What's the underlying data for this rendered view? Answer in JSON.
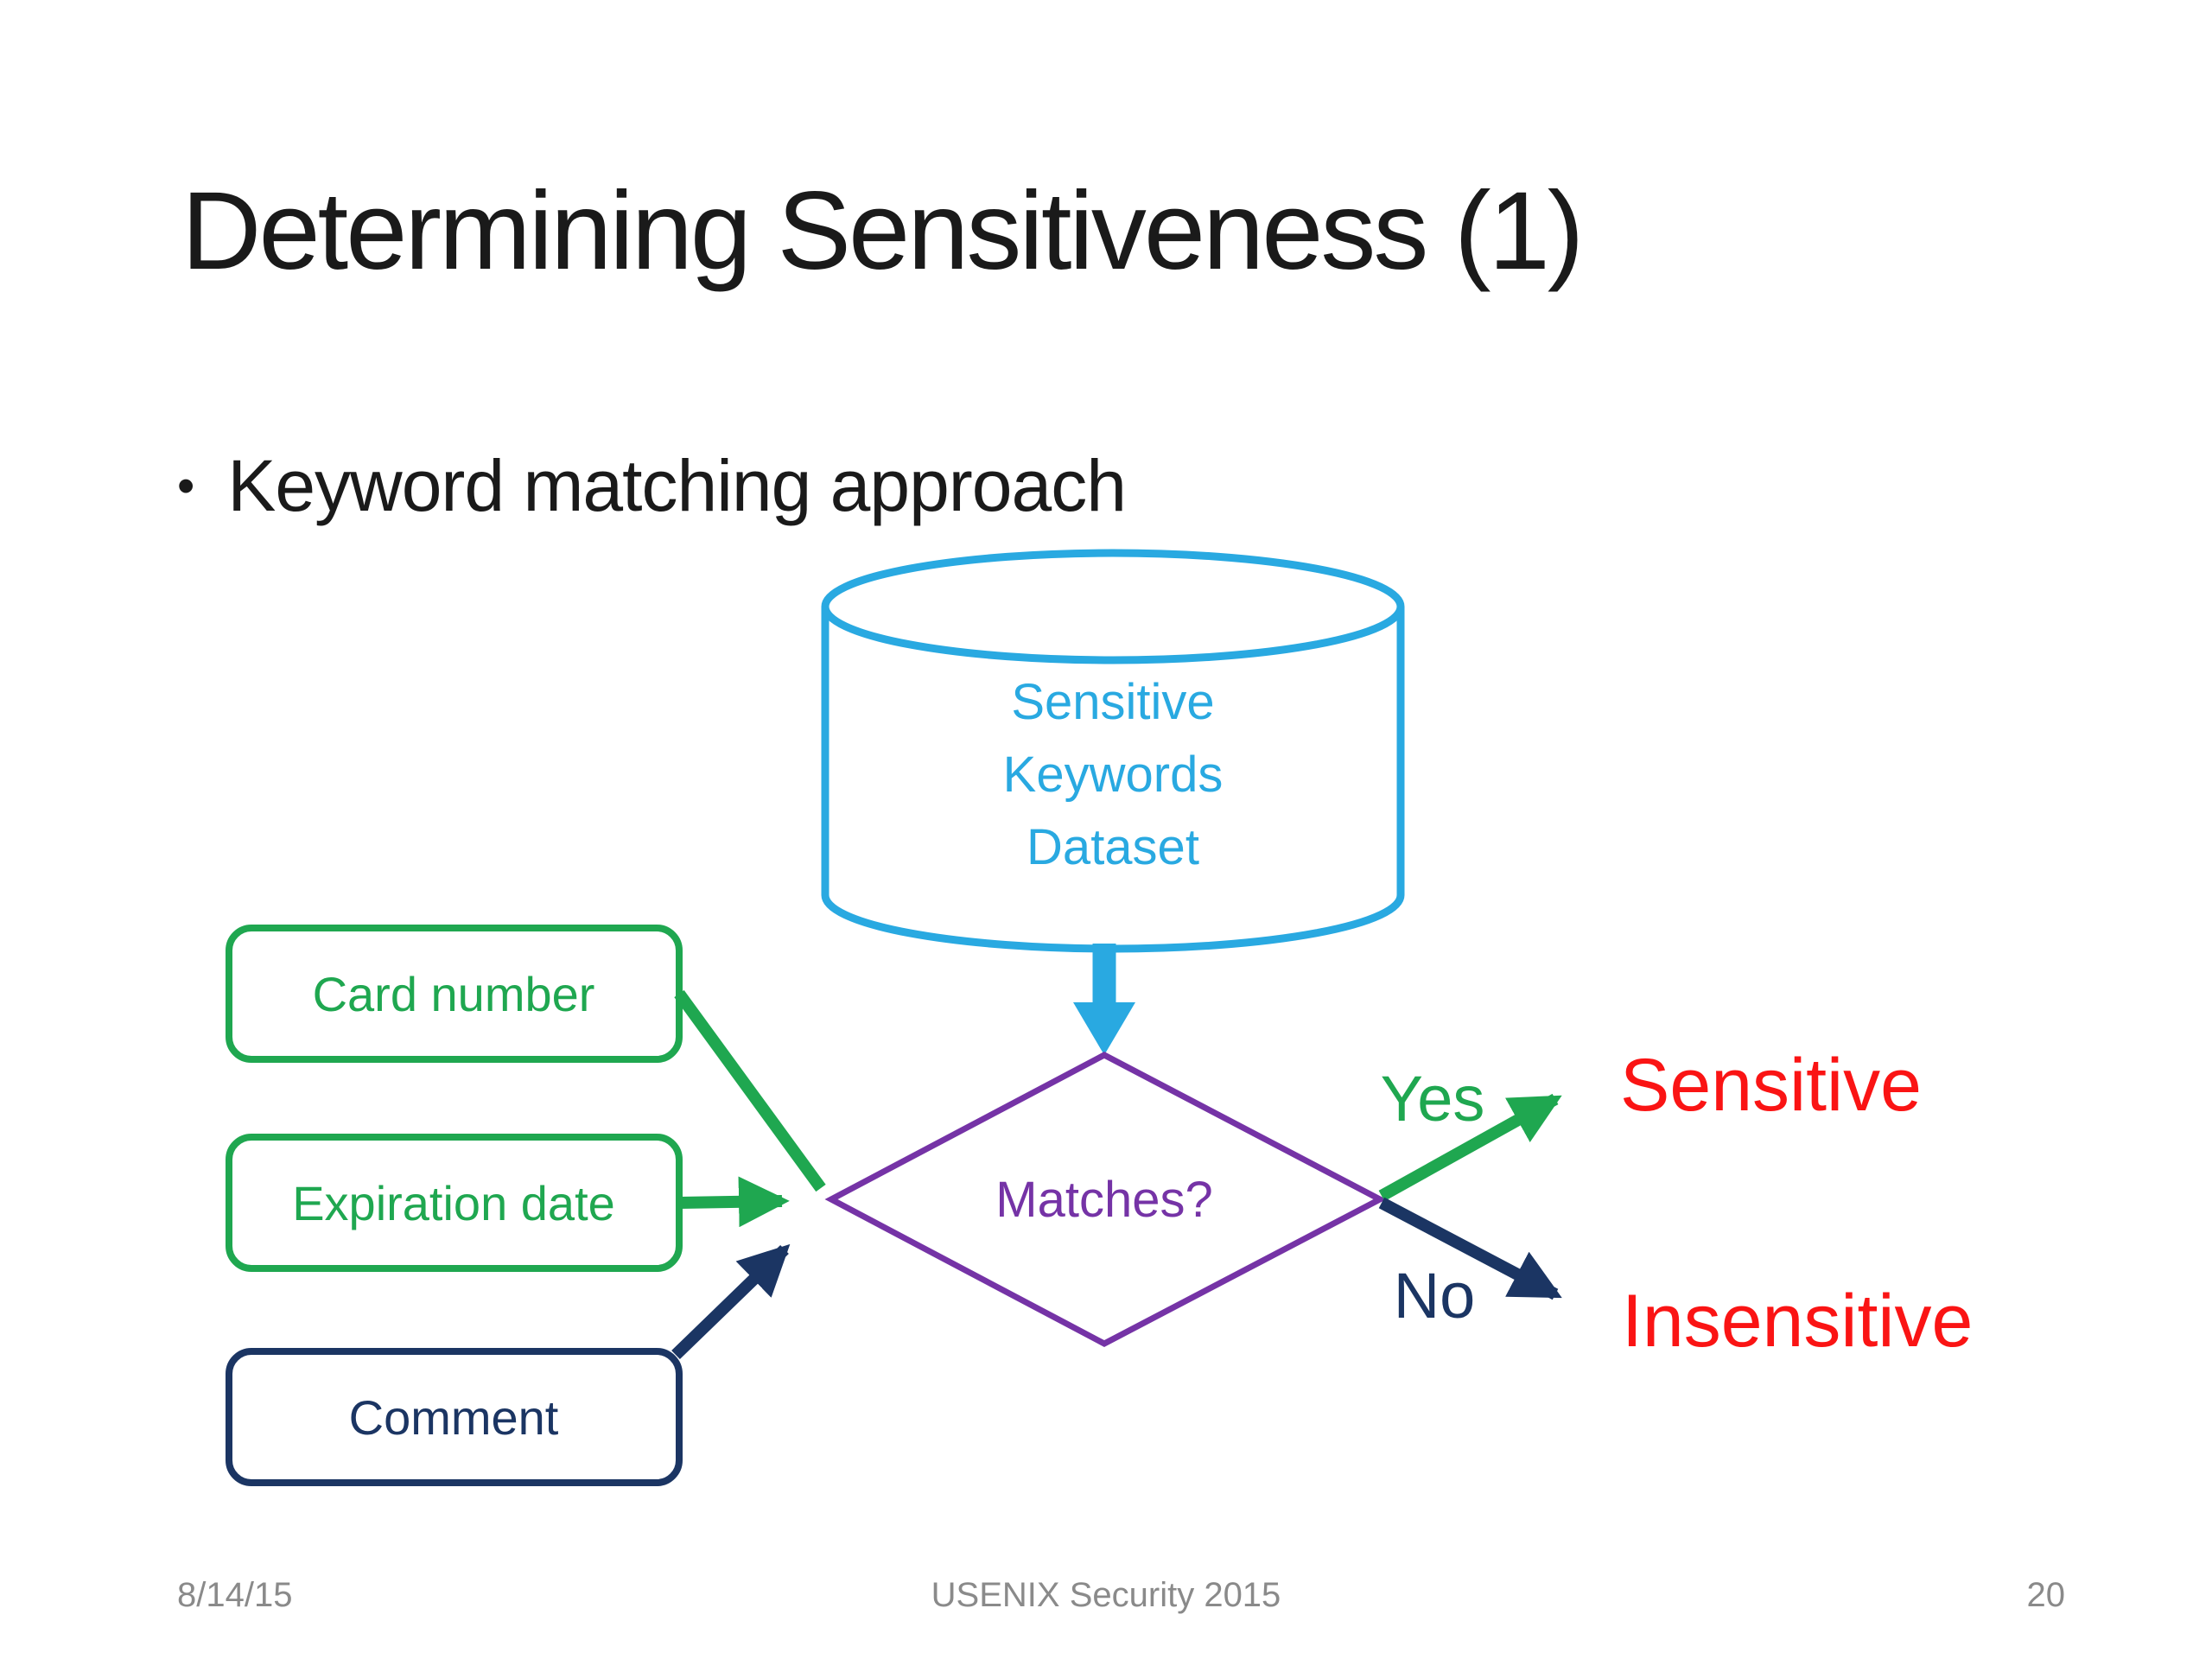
{
  "slide": {
    "title": "Determining Sensitiveness (1)",
    "bullet_glyph": "•",
    "bullet": "Keyword matching approach",
    "footer": {
      "date": "8/14/15",
      "conference": "USENIX Security 2015",
      "page_number": "20"
    }
  },
  "diagram": {
    "database": {
      "line1": "Sensitive",
      "line2": "Keywords",
      "line3": "Dataset"
    },
    "inputs": {
      "card": "Card number",
      "expiration": "Expiration date",
      "comment": "Comment"
    },
    "decision": "Matches?",
    "yes_label": "Yes",
    "no_label": "No",
    "yes_result": "Sensitive",
    "no_result": "Insensitive"
  },
  "colors": {
    "background": "#FFFFFF",
    "ink": "#1A1A1A",
    "footer_gray": "#8A8A8A",
    "blue": "#29A9E1",
    "green": "#1FA750",
    "navy": "#1B3563",
    "purple": "#7533A6",
    "red": "#FA1414"
  }
}
